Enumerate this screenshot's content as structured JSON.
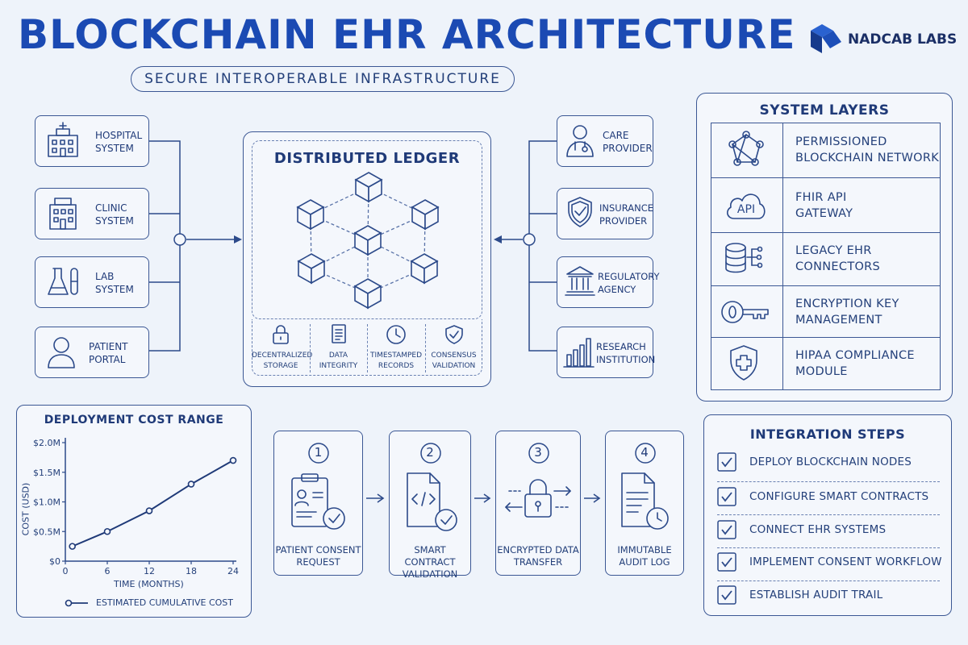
{
  "header": {
    "title": "BLOCKCHAIN EHR ARCHITECTURE",
    "subtitle": "SECURE INTEROPERABLE INFRASTRUCTURE",
    "logo_text": "NADCAB LABS"
  },
  "sources": [
    {
      "label": "HOSPITAL\nSYSTEM",
      "icon": "hospital-icon"
    },
    {
      "label": "CLINIC\nSYSTEM",
      "icon": "clinic-icon"
    },
    {
      "label": "LAB\nSYSTEM",
      "icon": "lab-flask-icon"
    },
    {
      "label": "PATIENT\nPORTAL",
      "icon": "patient-icon"
    }
  ],
  "consumers": [
    {
      "label": "CARE\nPROVIDER",
      "icon": "doctor-icon"
    },
    {
      "label": "INSURANCE\nPROVIDER",
      "icon": "shield-check-icon"
    },
    {
      "label": "REGULATORY\nAGENCY",
      "icon": "government-building-icon"
    },
    {
      "label": "RESEARCH\nINSTITUTION",
      "icon": "bar-chart-icon"
    }
  ],
  "ledger": {
    "title": "DISTRIBUTED LEDGER",
    "features": [
      {
        "label": "DECENTRALIZED\nSTORAGE",
        "icon": "lock-icon"
      },
      {
        "label": "DATA\nINTEGRITY",
        "icon": "document-icon"
      },
      {
        "label": "TIMESTAMPED\nRECORDS",
        "icon": "clock-icon"
      },
      {
        "label": "CONSENSUS\nVALIDATION",
        "icon": "shield-check-icon"
      }
    ]
  },
  "layers": {
    "title": "SYSTEM LAYERS",
    "items": [
      {
        "label": "PERMISSIONED\nBLOCKCHAIN NETWORK",
        "icon": "network-icon"
      },
      {
        "label": "FHIR API\nGATEWAY",
        "icon": "api-cloud-icon"
      },
      {
        "label": "LEGACY EHR\nCONNECTORS",
        "icon": "database-icon"
      },
      {
        "label": "ENCRYPTION KEY\nMANAGEMENT",
        "icon": "key-icon"
      },
      {
        "label": "HIPAA COMPLIANCE\nMODULE",
        "icon": "medical-shield-icon"
      }
    ]
  },
  "process": [
    {
      "num": "1",
      "label": "PATIENT CONSENT\nREQUEST",
      "icon": "consent-clipboard-icon"
    },
    {
      "num": "2",
      "label": "SMART CONTRACT\nVALIDATION",
      "icon": "code-file-icon"
    },
    {
      "num": "3",
      "label": "ENCRYPTED DATA\nTRANSFER",
      "icon": "padlock-transfer-icon"
    },
    {
      "num": "4",
      "label": "IMMUTABLE\nAUDIT LOG",
      "icon": "log-file-icon"
    }
  ],
  "integration": {
    "title": "INTEGRATION STEPS",
    "steps": [
      "DEPLOY BLOCKCHAIN NODES",
      "CONFIGURE SMART CONTRACTS",
      "CONNECT EHR SYSTEMS",
      "IMPLEMENT CONSENT WORKFLOW",
      "ESTABLISH AUDIT TRAIL"
    ]
  },
  "colors": {
    "accent": "#1b4ab3",
    "ink": "#1f3a78",
    "background": "#eef3fa"
  },
  "chart_data": {
    "type": "line",
    "title": "DEPLOYMENT COST RANGE",
    "xlabel": "TIME (MONTHS)",
    "ylabel": "COST (USD)",
    "x_ticks": [
      "0",
      "6",
      "12",
      "18",
      "24"
    ],
    "y_ticks": [
      "$0",
      "$0.5M",
      "$1.0M",
      "$1.5M",
      "$2.0M"
    ],
    "xlim": [
      0,
      24
    ],
    "ylim": [
      0,
      2.0
    ],
    "series": [
      {
        "name": "ESTIMATED CUMULATIVE COST",
        "x": [
          1,
          6,
          12,
          18,
          24
        ],
        "y": [
          0.25,
          0.5,
          0.85,
          1.3,
          1.7
        ]
      }
    ],
    "legend": "bottom"
  }
}
